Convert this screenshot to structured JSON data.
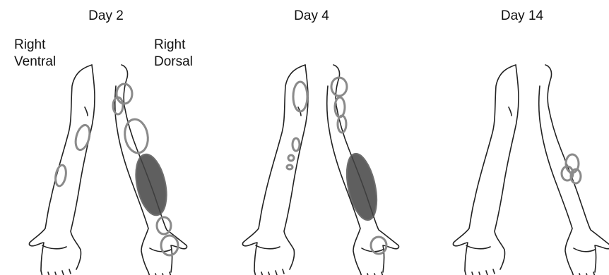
{
  "panels": [
    {
      "title": "Day 2"
    },
    {
      "title": "Day 4"
    },
    {
      "title": "Day 14"
    }
  ],
  "labels": {
    "right_ventral_line1": "Right",
    "right_ventral_line2": "Ventral",
    "right_dorsal_line1": "Right",
    "right_dorsal_line2": "Dorsal"
  },
  "colors": {
    "outline": "#222222",
    "lesion": "#8a8a8a",
    "lesion_dark": "#444444"
  }
}
